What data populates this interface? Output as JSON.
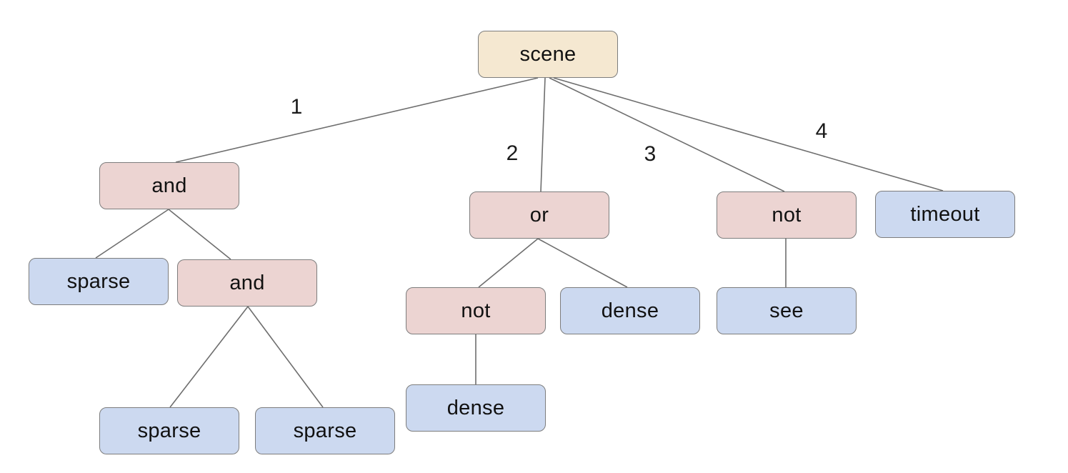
{
  "diagram": {
    "background_color": "#ffffff",
    "colors": {
      "root_fill": "#f5e8d1",
      "operator_fill": "#ecd4d2",
      "leaf_fill": "#ccd9f0",
      "node_border": "#7d7d7d",
      "edge_line": "#6e6e6e",
      "text": "#111111"
    },
    "nodes": [
      {
        "id": "scene",
        "label": "scene",
        "kind": "root"
      },
      {
        "id": "and-1",
        "label": "and",
        "kind": "operator"
      },
      {
        "id": "or-1",
        "label": "or",
        "kind": "operator"
      },
      {
        "id": "not-2",
        "label": "not",
        "kind": "operator"
      },
      {
        "id": "timeout",
        "label": "timeout",
        "kind": "leaf"
      },
      {
        "id": "sparse-1",
        "label": "sparse",
        "kind": "leaf"
      },
      {
        "id": "and-2",
        "label": "and",
        "kind": "operator"
      },
      {
        "id": "not-1",
        "label": "not",
        "kind": "operator"
      },
      {
        "id": "dense-1",
        "label": "dense",
        "kind": "leaf"
      },
      {
        "id": "see",
        "label": "see",
        "kind": "leaf"
      },
      {
        "id": "sparse-2",
        "label": "sparse",
        "kind": "leaf"
      },
      {
        "id": "sparse-3",
        "label": "sparse",
        "kind": "leaf"
      },
      {
        "id": "dense-2",
        "label": "dense",
        "kind": "leaf"
      }
    ],
    "edges": [
      {
        "from": "scene",
        "to": "and-1",
        "label": "1"
      },
      {
        "from": "scene",
        "to": "or-1",
        "label": "2"
      },
      {
        "from": "scene",
        "to": "not-2",
        "label": "3"
      },
      {
        "from": "scene",
        "to": "timeout",
        "label": "4"
      },
      {
        "from": "and-1",
        "to": "sparse-1",
        "label": ""
      },
      {
        "from": "and-1",
        "to": "and-2",
        "label": ""
      },
      {
        "from": "and-2",
        "to": "sparse-2",
        "label": ""
      },
      {
        "from": "and-2",
        "to": "sparse-3",
        "label": ""
      },
      {
        "from": "or-1",
        "to": "not-1",
        "label": ""
      },
      {
        "from": "or-1",
        "to": "dense-1",
        "label": ""
      },
      {
        "from": "not-1",
        "to": "dense-2",
        "label": ""
      },
      {
        "from": "not-2",
        "to": "see",
        "label": ""
      }
    ]
  }
}
